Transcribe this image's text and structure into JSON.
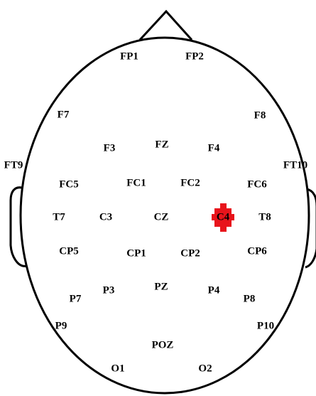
{
  "diagram": {
    "colors": {
      "outline": "#000000",
      "background": "#ffffff",
      "marker": "#e8141b"
    },
    "highlighted_electrode": "C4",
    "electrodes": [
      {
        "id": "fp1",
        "label": "FP1"
      },
      {
        "id": "fp2",
        "label": "FP2"
      },
      {
        "id": "f7",
        "label": "F7"
      },
      {
        "id": "f8",
        "label": "F8"
      },
      {
        "id": "f3",
        "label": "F3"
      },
      {
        "id": "fz",
        "label": "FZ"
      },
      {
        "id": "f4",
        "label": "F4"
      },
      {
        "id": "ft9",
        "label": "FT9"
      },
      {
        "id": "ft10",
        "label": "FT10"
      },
      {
        "id": "fc5",
        "label": "FC5"
      },
      {
        "id": "fc1",
        "label": "FC1"
      },
      {
        "id": "fc2",
        "label": "FC2"
      },
      {
        "id": "fc6",
        "label": "FC6"
      },
      {
        "id": "t7",
        "label": "T7"
      },
      {
        "id": "c3",
        "label": "C3"
      },
      {
        "id": "cz",
        "label": "CZ"
      },
      {
        "id": "c4",
        "label": "C4"
      },
      {
        "id": "t8",
        "label": "T8"
      },
      {
        "id": "cp5",
        "label": "CP5"
      },
      {
        "id": "cp1",
        "label": "CP1"
      },
      {
        "id": "cp2",
        "label": "CP2"
      },
      {
        "id": "cp6",
        "label": "CP6"
      },
      {
        "id": "p7",
        "label": "P7"
      },
      {
        "id": "p3",
        "label": "P3"
      },
      {
        "id": "pz",
        "label": "PZ"
      },
      {
        "id": "p4",
        "label": "P4"
      },
      {
        "id": "p8",
        "label": "P8"
      },
      {
        "id": "p9",
        "label": "P9"
      },
      {
        "id": "p10",
        "label": "P10"
      },
      {
        "id": "poz",
        "label": "POZ"
      },
      {
        "id": "o1",
        "label": "O1"
      },
      {
        "id": "o2",
        "label": "O2"
      }
    ]
  }
}
